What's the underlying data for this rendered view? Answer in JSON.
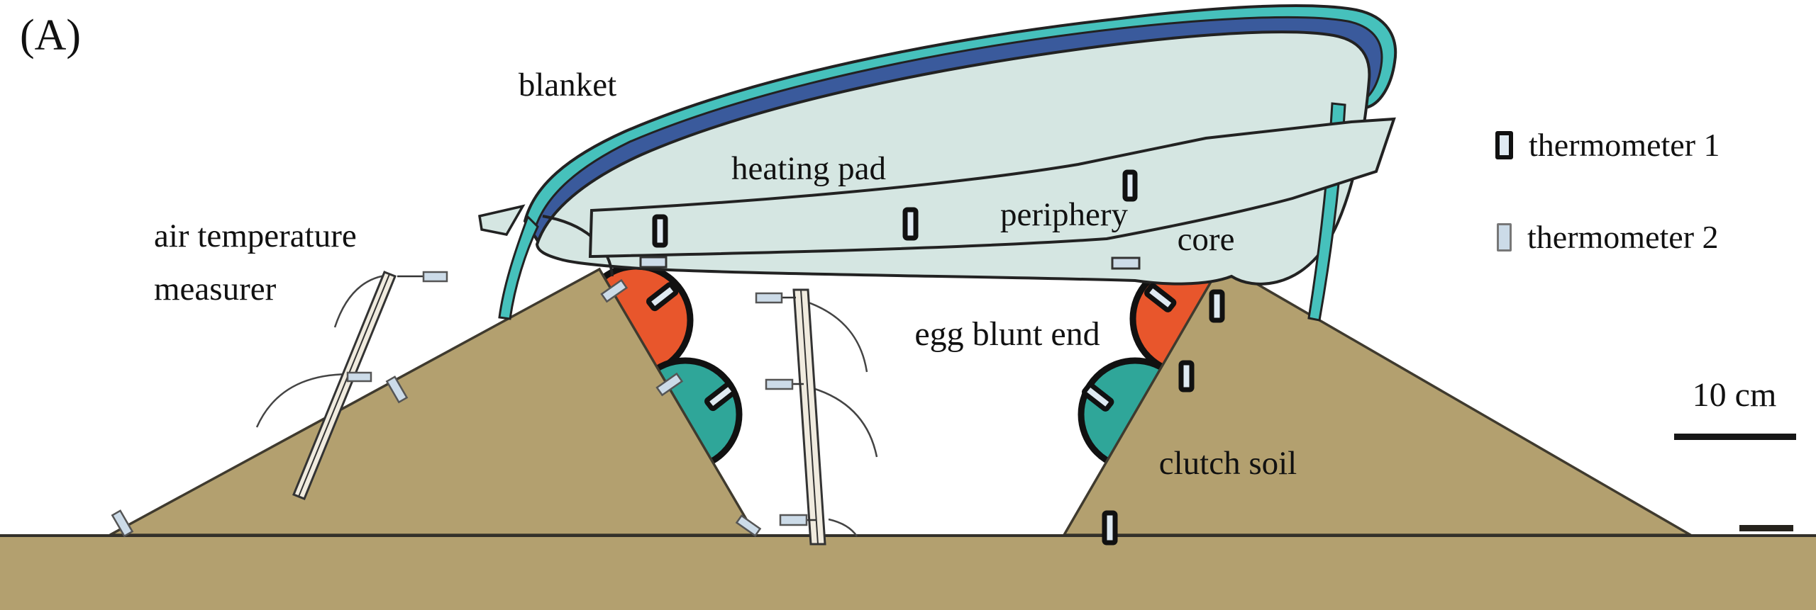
{
  "figure": {
    "panel_label": "(A)",
    "labels": {
      "blanket": "blanket",
      "heating_pad": "heating pad",
      "periphery": "periphery",
      "core": "core",
      "egg_blunt_end": "egg blunt end",
      "air_temperature_line1": "air temperature",
      "air_temperature_line2": "measurer",
      "clutch_soil": "clutch soil"
    },
    "legend": [
      {
        "icon": "thermometer-1-icon",
        "label": "thermometer 1"
      },
      {
        "icon": "thermometer-2-icon",
        "label": "thermometer 2"
      }
    ],
    "scale_bar": {
      "label": "10 cm"
    },
    "colors": {
      "blanket_teal": "#46c1bc",
      "insulation_blue": "#3a5a9c",
      "heating_pad_mint": "#d5e6e2",
      "egg_orange": "#e8562c",
      "egg_teal": "#2fa699",
      "soil_tan": "#b3a06f",
      "stick_cream": "#f0ebdf",
      "thermometer1_fill": "#dfeaf2",
      "thermometer1_border": "#111111",
      "thermometer2_fill": "#ccdbe8",
      "thermometer2_border": "#777777",
      "outline_dark": "#222222"
    }
  }
}
